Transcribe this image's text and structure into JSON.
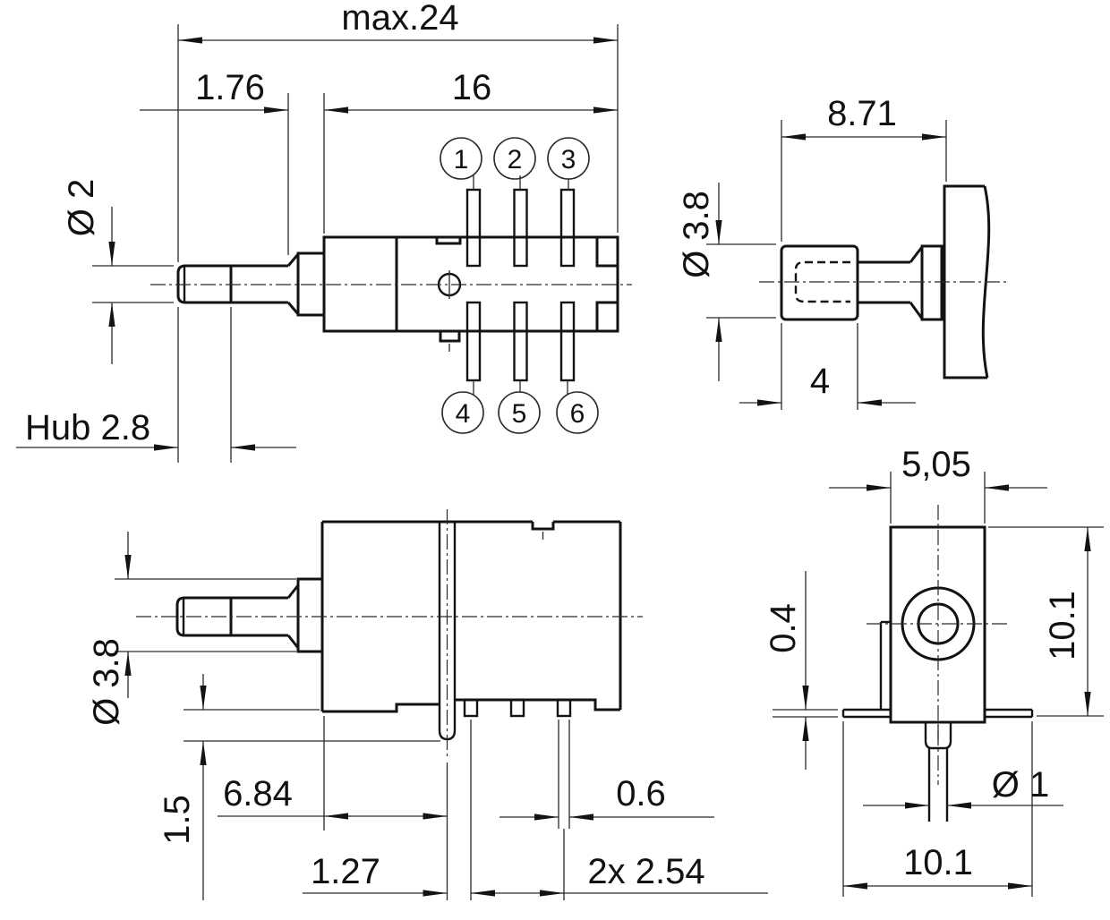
{
  "drawing": {
    "background_color": "#ffffff",
    "line_color": "#131313",
    "views": {
      "side_view": {
        "dim_overall_length": "max.24",
        "dim_bushing_length": "1.76",
        "dim_body_length": "16",
        "dim_plunger_diameter": "Ø 2",
        "dim_travel": "Hub 2.8",
        "pin_labels_top": [
          "1",
          "2",
          "3"
        ],
        "pin_labels_bottom": [
          "4",
          "5",
          "6"
        ]
      },
      "cap_view": {
        "dim_mounting_depth": "8.71",
        "dim_cap_diameter": "Ø 3.8",
        "dim_cap_length": "4"
      },
      "pcb_side_view": {
        "dim_bushing_diameter": "Ø 3.8",
        "dim_peg_protrusion": "1.5",
        "dim_face_to_peg": "6.84",
        "dim_peg_to_pin": "1.27",
        "dim_pin_width": "0.6",
        "dim_pin_pitch": "2x 2.54"
      },
      "front_view": {
        "dim_body_width": "5,05",
        "dim_flange_thickness": "0.4",
        "dim_height": "10.1",
        "dim_pin_diameter": "Ø 1",
        "dim_flange_width": "10.1"
      }
    }
  }
}
